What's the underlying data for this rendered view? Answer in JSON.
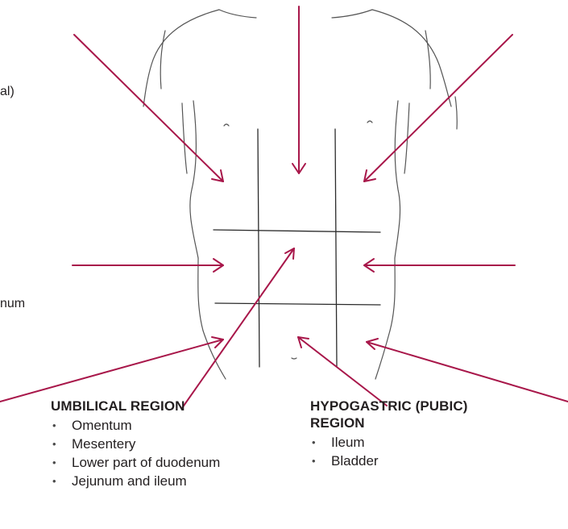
{
  "fragments": {
    "left_upper": "al)",
    "left_middle": "num"
  },
  "regions": {
    "umbilical": {
      "title": "UMBILICAL REGION",
      "items": [
        "Omentum",
        "Mesentery",
        "Lower part of duodenum",
        "Jejunum and ileum"
      ]
    },
    "hypogastric": {
      "title_line1": "HYPOGASTRIC (PUBIC)",
      "title_line2": "REGION",
      "items": [
        "Ileum",
        "Bladder"
      ]
    }
  },
  "colors": {
    "arrow": "#a8174a",
    "outline": "#444444",
    "grid": "#2b2b2b",
    "text": "#231f20"
  }
}
